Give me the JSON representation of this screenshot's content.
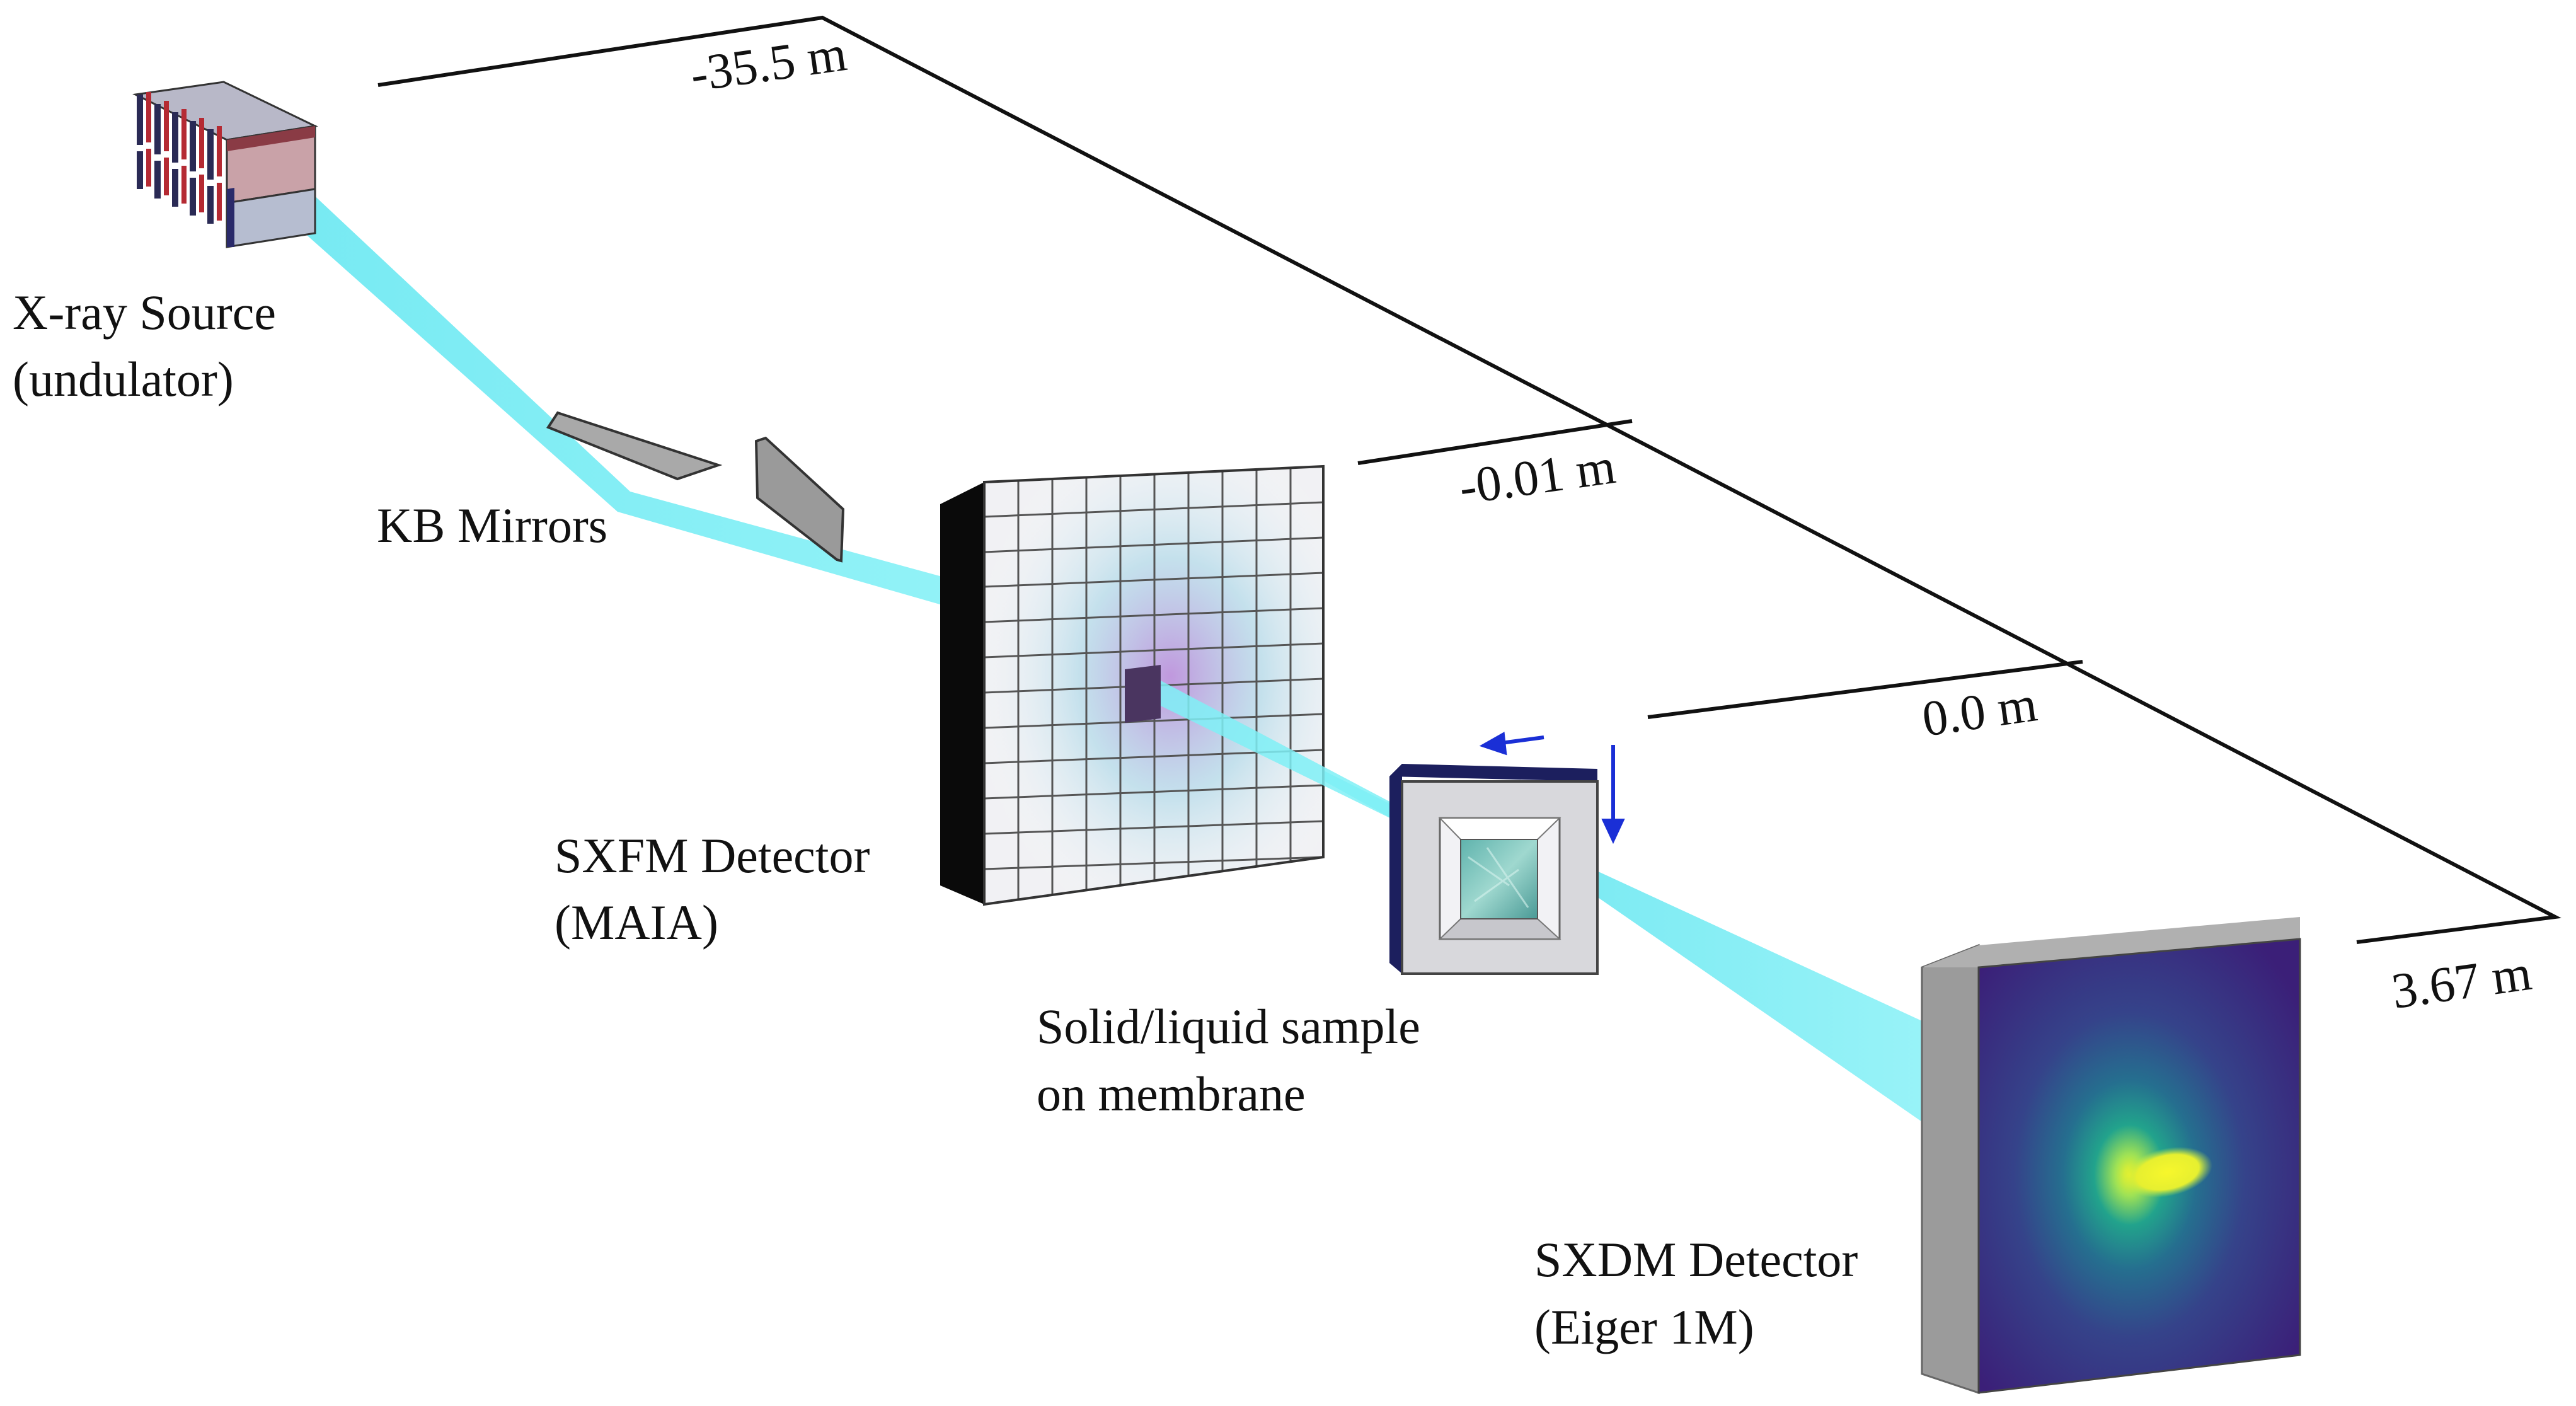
{
  "distances": {
    "source": "-35.5 m",
    "sxfm": "-0.01 m",
    "sample": "0.0 m",
    "sxdm": "3.67 m"
  },
  "labels": {
    "source_line1": "X-ray Source",
    "source_line2": "(undulator)",
    "kb": "KB Mirrors",
    "sxfm_line1": "SXFM Detector",
    "sxfm_line2": "(MAIA)",
    "sample_line1": "Solid/liquid sample",
    "sample_line2": "on membrane",
    "sxdm_line1": "SXDM Detector",
    "sxdm_line2": "(Eiger 1M)"
  },
  "colors": {
    "beam": "#5fe6f0",
    "scan_arrows": "#1a2fd6",
    "sample_frame": "#1c1f5e",
    "eiger_background": "#3a1f7a",
    "diffraction_spot": "#f2f22a"
  }
}
